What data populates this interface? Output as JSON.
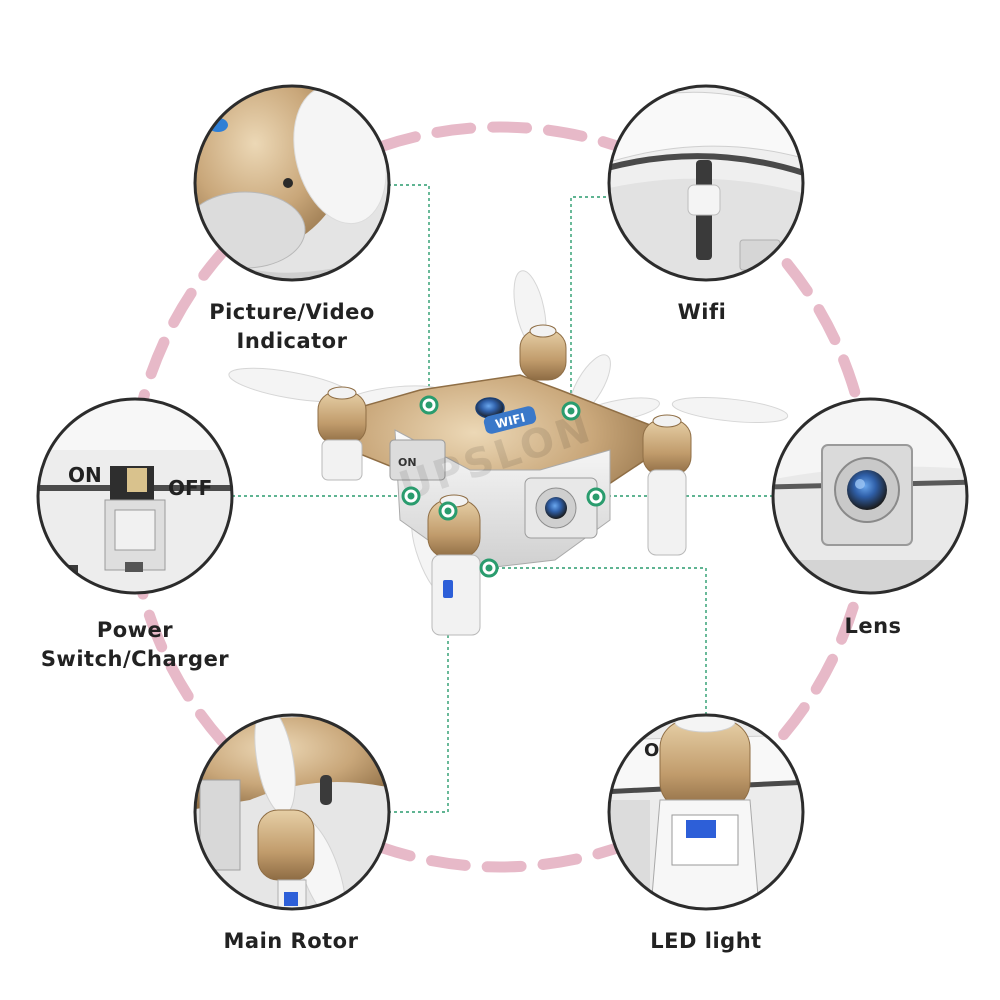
{
  "features": {
    "picture_video": {
      "line1": "Picture/Video",
      "line2": "Indicator"
    },
    "wifi": {
      "label": "Wifi"
    },
    "power": {
      "line1": "Power",
      "line2": "Switch/Charger"
    },
    "lens": {
      "label": "Lens"
    },
    "main_rotor": {
      "label": "Main Rotor"
    },
    "led": {
      "label": "LED light"
    }
  },
  "drone": {
    "body_badge": "WIFI",
    "switch_mark": "ON"
  },
  "closeups": {
    "power": {
      "on": "ON",
      "off": "OFF"
    },
    "led": {
      "on": "ON"
    }
  },
  "watermark": "UPSLON",
  "colors": {
    "ring": "#e7b9c8",
    "leader": "#2a9c6e",
    "gold": "#c9a77a",
    "gold_dark": "#9c7a4f",
    "body_white": "#f1f1f1",
    "lens_blue": "#2f7fd6",
    "led_blue": "#2d5fd8"
  }
}
